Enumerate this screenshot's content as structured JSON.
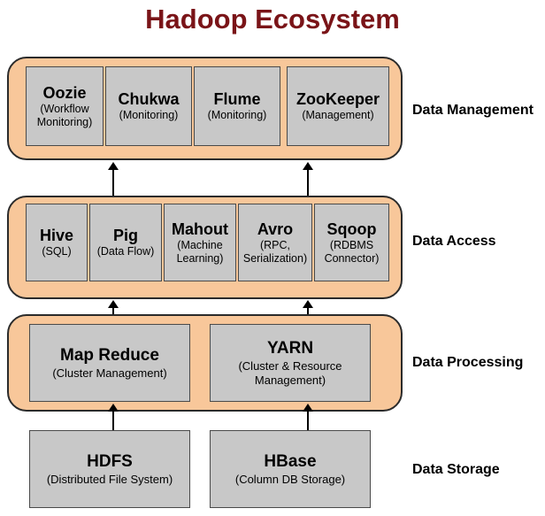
{
  "title": "Hadoop Ecosystem",
  "layers": {
    "management": "Data Management",
    "access": "Data Access",
    "processing": "Data Processing",
    "storage": "Data Storage"
  },
  "management": [
    {
      "name": "Oozie",
      "desc": "(Workflow Monitoring)"
    },
    {
      "name": "Chukwa",
      "desc": "(Monitoring)"
    },
    {
      "name": "Flume",
      "desc": "(Monitoring)"
    },
    {
      "name": "ZooKeeper",
      "desc": "(Management)"
    }
  ],
  "access": [
    {
      "name": "Hive",
      "desc": "(SQL)"
    },
    {
      "name": "Pig",
      "desc": "(Data Flow)"
    },
    {
      "name": "Mahout",
      "desc": "(Machine Learning)"
    },
    {
      "name": "Avro",
      "desc": "(RPC, Serialization)"
    },
    {
      "name": "Sqoop",
      "desc": "(RDBMS Connector)"
    }
  ],
  "processing": [
    {
      "name": "Map Reduce",
      "desc": "(Cluster Management)"
    },
    {
      "name": "YARN",
      "desc": "(Cluster & Resource Management)"
    }
  ],
  "storage": [
    {
      "name": "HDFS",
      "desc": "(Distributed File System)"
    },
    {
      "name": "HBase",
      "desc": "(Column DB Storage)"
    }
  ]
}
